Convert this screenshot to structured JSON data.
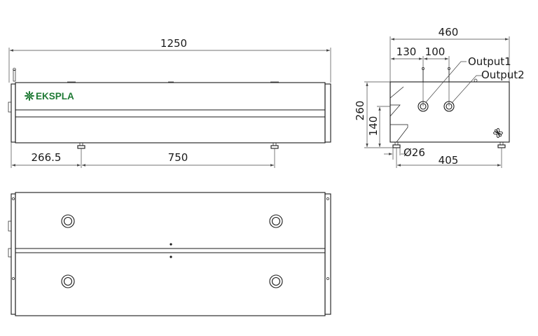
{
  "brand": {
    "name": "EKSPLA",
    "color": "#1f7a35"
  },
  "front_view": {
    "overall_length": "1250",
    "foot_offset": "266.5",
    "foot_spacing": "750"
  },
  "side_view": {
    "overall_width": "460",
    "output1_offset": "130",
    "output_spacing": "100",
    "output1_label": "Output1",
    "output2_label": "Output2",
    "overall_height": "260",
    "output_height": "140",
    "foot_diameter": "Ø26",
    "foot_spacing": "405"
  },
  "colors": {
    "line": "#1a1a1a",
    "dimension": "#444444"
  }
}
